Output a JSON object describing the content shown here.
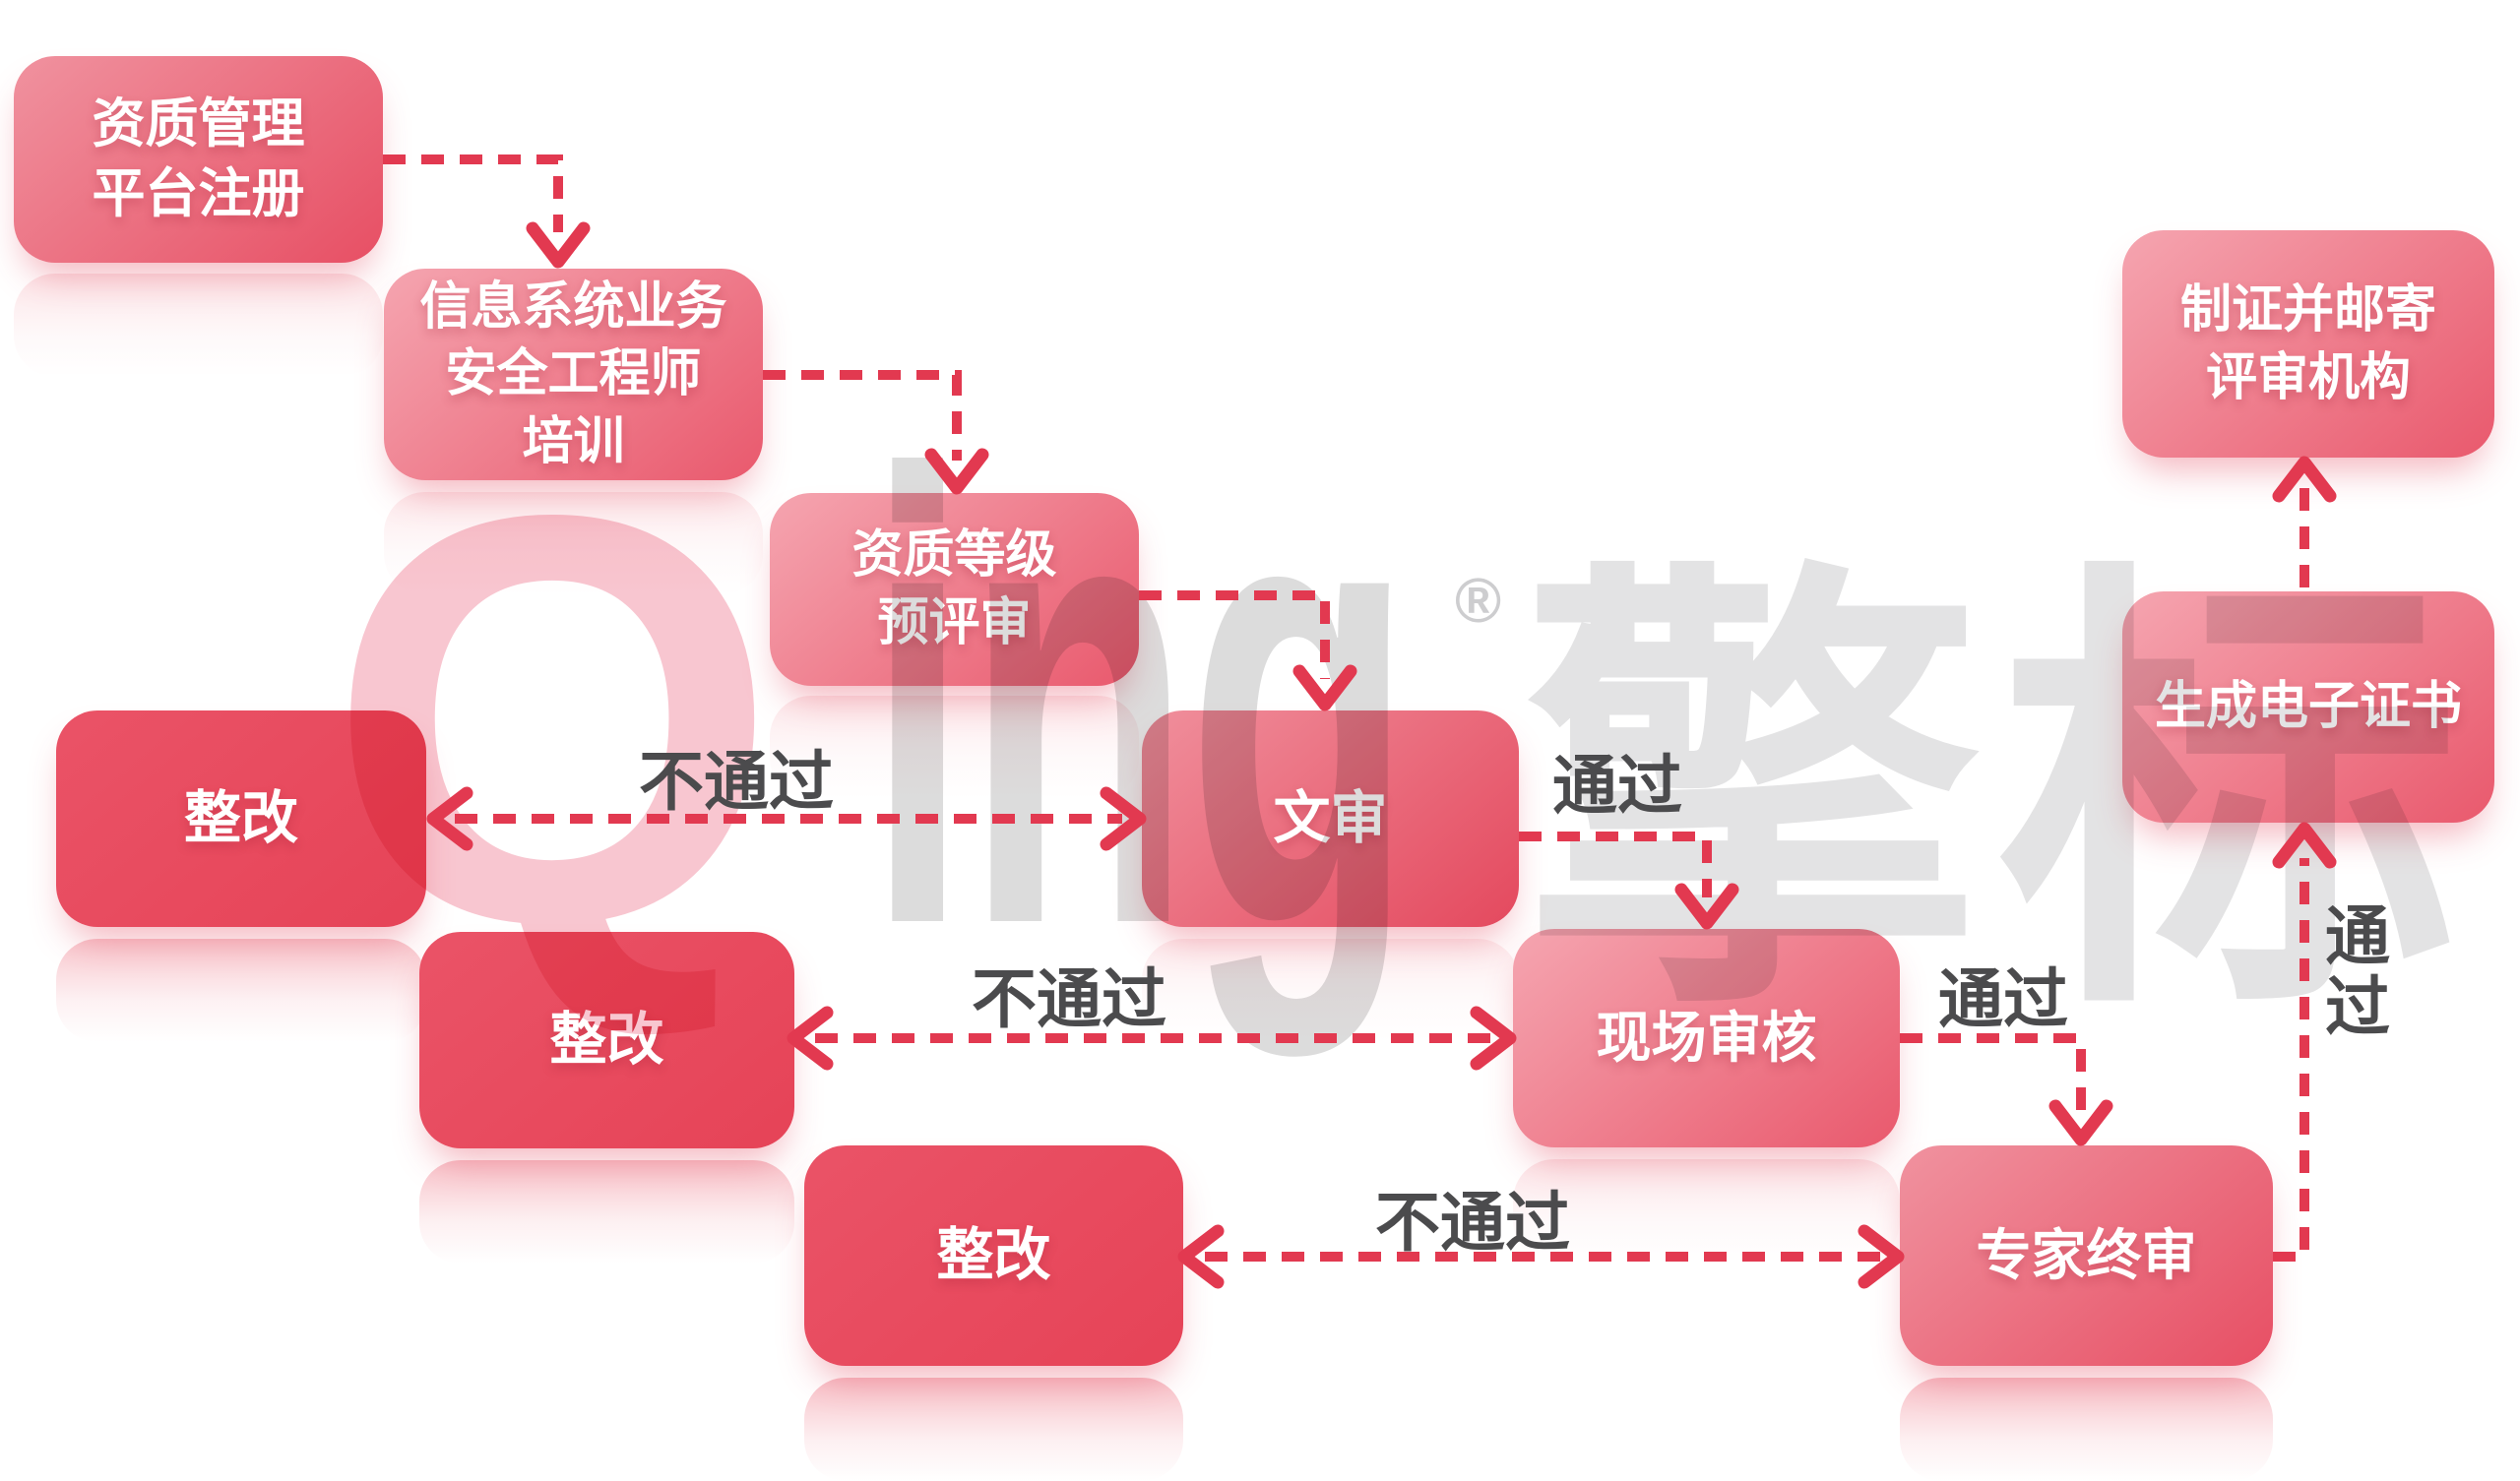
{
  "flow_nodes": [
    {
      "id": "platform-register",
      "label": "资质管理\n平台注册"
    },
    {
      "id": "engineer-training",
      "label": "信息系统业务\n安全工程师\n培训"
    },
    {
      "id": "pre-review",
      "label": "资质等级\n预评审"
    },
    {
      "id": "document-review",
      "label": "文审"
    },
    {
      "id": "rectify-1",
      "label": "整改"
    },
    {
      "id": "onsite-audit",
      "label": "现场审核"
    },
    {
      "id": "rectify-2",
      "label": "整改"
    },
    {
      "id": "rectify-3",
      "label": "整改"
    },
    {
      "id": "expert-final-review",
      "label": "专家终审"
    },
    {
      "id": "generate-ecert",
      "label": "生成电子证书"
    },
    {
      "id": "issue-mail-cert",
      "label": "制证并邮寄\n评审机构"
    }
  ],
  "edge_labels": {
    "doc_fail": "不通过",
    "doc_pass": "通过",
    "site_fail": "不通过",
    "site_pass": "通过",
    "final_fail": "不通过",
    "final_pass": "通过"
  },
  "watermark": {
    "logo_q": "Q",
    "logo_ing": "ing",
    "logo_cjk": "擎标",
    "registered_mark": "®"
  },
  "colors": {
    "arrow": "#e23950",
    "edge_label_text": "#4b4b4d",
    "node_text": "#ffffff",
    "node_gradient_light_start": "#f5a5b0",
    "node_gradient_light_end": "#e9596d",
    "node_gradient_deep_start": "#ea5367",
    "node_gradient_deep_end": "#e64357",
    "watermark_pink": "#f8c6d0",
    "watermark_grey": "#dcdcdc"
  }
}
